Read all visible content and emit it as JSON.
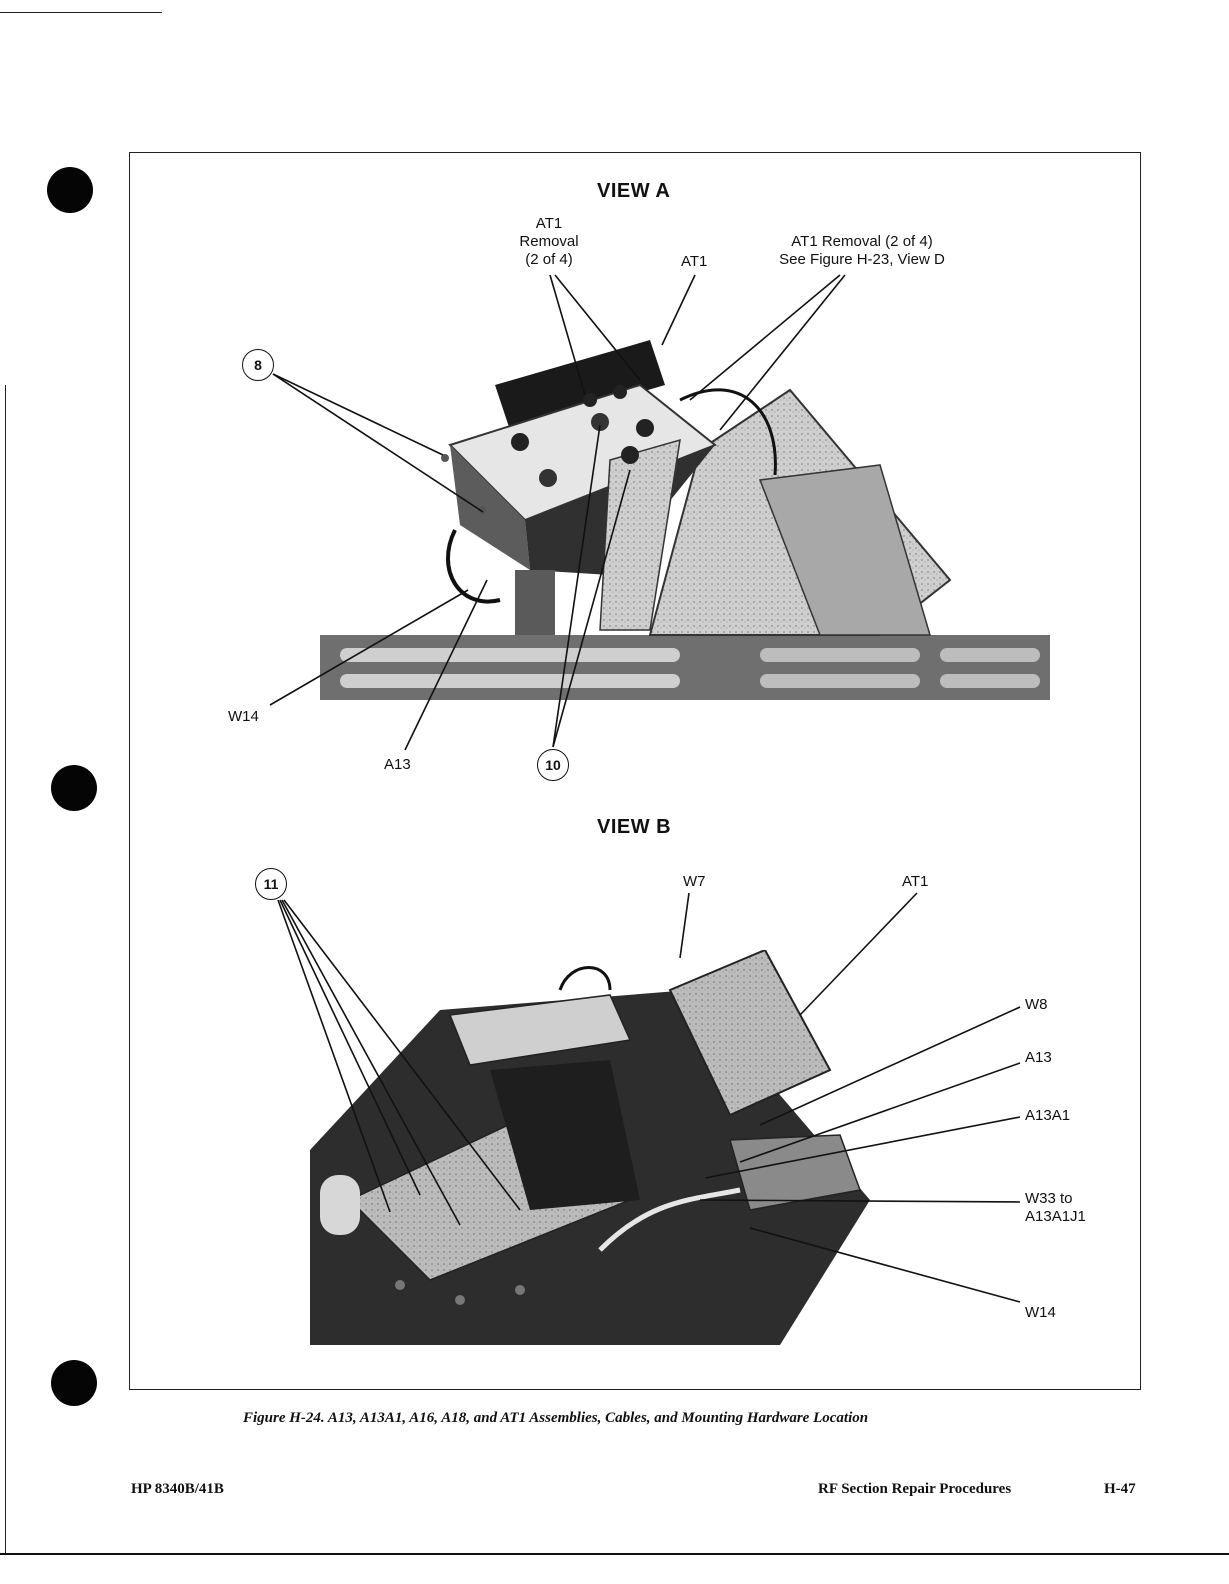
{
  "view_a": {
    "title": "VIEW A",
    "labels": {
      "removal_left": "AT1\nRemoval\n(2 of 4)",
      "at1": "AT1",
      "removal_right": "AT1 Removal (2 of 4)\nSee Figure H-23, View D",
      "w14": "W14",
      "a13": "A13"
    },
    "callouts": {
      "c8": "8",
      "c10": "10"
    }
  },
  "view_b": {
    "title": "VIEW B",
    "labels": {
      "w7": "W7",
      "at1": "AT1",
      "w8": "W8",
      "a13": "A13",
      "a13a1": "A13A1",
      "w33": "W33 to\nA13A1J1",
      "w14": "W14"
    },
    "callouts": {
      "c11": "11"
    }
  },
  "caption": "Figure H-24. A13, A13A1, A16, A18, and AT1 Assemblies, Cables, and Mounting Hardware Location",
  "footer": {
    "model": "HP 8340B/41B",
    "section": "RF Section Repair Procedures",
    "page": "H-47"
  }
}
